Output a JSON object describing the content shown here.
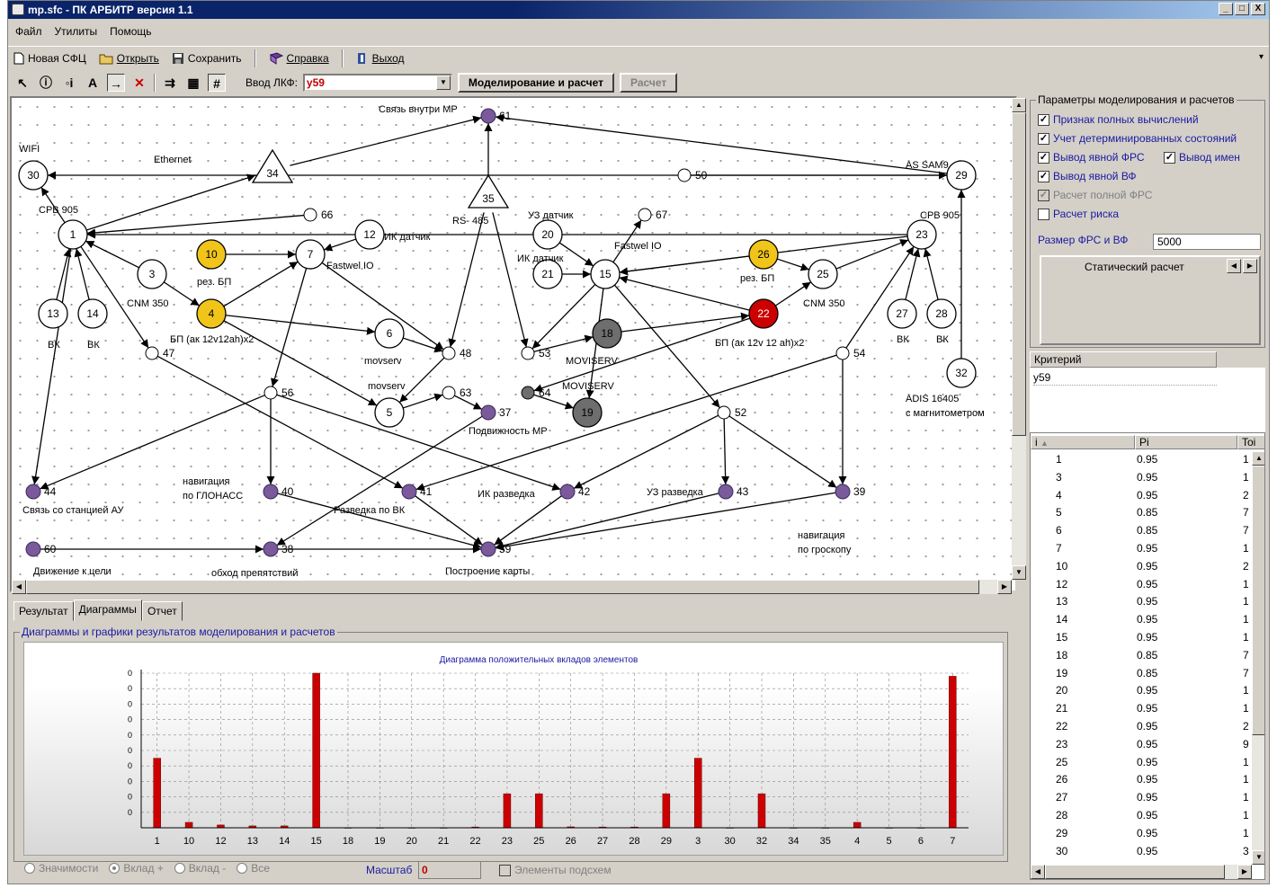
{
  "window": {
    "title": "mp.sfc - ПК АРБИТР версия 1.1",
    "min_icon": "_",
    "max_icon": "□",
    "close_icon": "X"
  },
  "menu": [
    "Файл",
    "Утилиты",
    "Помощь"
  ],
  "toolbar": {
    "new_label": "Новая СФЦ",
    "open_label": "Открыть",
    "save_label": "Сохранить",
    "help_label": "Справка",
    "exit_label": "Выход",
    "overflow_icon": "▾"
  },
  "toolbar2": {
    "tools": [
      {
        "glyph": "↖",
        "name": "pointer-tool-icon"
      },
      {
        "glyph": "ⓘ",
        "name": "info-tool-icon"
      },
      {
        "glyph": "◦i",
        "name": "node-info-tool-icon"
      },
      {
        "glyph": "A",
        "name": "text-tool-icon"
      },
      {
        "glyph": "→",
        "name": "arrow-tool-icon"
      },
      {
        "glyph": "✕",
        "name": "delete-tool-icon"
      },
      {
        "glyph": "⇉",
        "name": "add-tool-icon"
      },
      {
        "glyph": "▦",
        "name": "layout-tool-icon"
      },
      {
        "glyph": "#",
        "name": "grid-tool-icon"
      }
    ],
    "lkf_label": "Ввод ЛКФ:",
    "lkf_value": "y59",
    "model_button": "Моделирование и расчет",
    "calc_button": "Расчет"
  },
  "graph": {
    "nodes": [
      {
        "id": "1",
        "style": "white"
      },
      {
        "id": "3",
        "style": "white"
      },
      {
        "id": "4",
        "style": "yellow"
      },
      {
        "id": "5",
        "style": "white"
      },
      {
        "id": "6",
        "style": "white"
      },
      {
        "id": "7",
        "style": "white"
      },
      {
        "id": "10",
        "style": "yellow"
      },
      {
        "id": "12",
        "style": "white"
      },
      {
        "id": "13",
        "style": "white"
      },
      {
        "id": "14",
        "style": "white"
      },
      {
        "id": "15",
        "style": "white"
      },
      {
        "id": "18",
        "style": "gray"
      },
      {
        "id": "19",
        "style": "gray"
      },
      {
        "id": "20",
        "style": "white"
      },
      {
        "id": "21",
        "style": "white"
      },
      {
        "id": "22",
        "style": "red"
      },
      {
        "id": "23",
        "style": "white"
      },
      {
        "id": "25",
        "style": "white"
      },
      {
        "id": "26",
        "style": "yellow"
      },
      {
        "id": "27",
        "style": "white"
      },
      {
        "id": "28",
        "style": "white"
      },
      {
        "id": "29",
        "style": "white"
      },
      {
        "id": "30",
        "style": "white"
      },
      {
        "id": "32",
        "style": "white"
      },
      {
        "id": "34",
        "style": "triangle"
      },
      {
        "id": "35",
        "style": "triangle"
      },
      {
        "id": "37",
        "style": "purple"
      },
      {
        "id": "38",
        "style": "purple"
      },
      {
        "id": "39",
        "style": "purple"
      },
      {
        "id": "40",
        "style": "purple"
      },
      {
        "id": "41",
        "style": "purple"
      },
      {
        "id": "42",
        "style": "purple"
      },
      {
        "id": "43",
        "style": "purple"
      },
      {
        "id": "44",
        "style": "purple"
      },
      {
        "id": "59",
        "style": "purple"
      },
      {
        "id": "60",
        "style": "purple"
      },
      {
        "id": "61",
        "style": "purple"
      },
      {
        "id": "47",
        "style": "small"
      },
      {
        "id": "48",
        "style": "small"
      },
      {
        "id": "50",
        "style": "small"
      },
      {
        "id": "52",
        "style": "small"
      },
      {
        "id": "53",
        "style": "small"
      },
      {
        "id": "54",
        "style": "small"
      },
      {
        "id": "56",
        "style": "small"
      },
      {
        "id": "63",
        "style": "small"
      },
      {
        "id": "64",
        "style": "smalldark"
      },
      {
        "id": "66",
        "style": "small"
      },
      {
        "id": "67",
        "style": "small"
      }
    ],
    "labels": [
      "Связь внутри МР",
      "WIFI",
      "Ethernet",
      "CPB 905",
      "рез. БП",
      "Fastwel IO",
      "ИК датчик",
      "CNM 350",
      "БП (ак 12v12ah)x2",
      "ВК",
      "ВК",
      "RS- 485",
      "УЗ датчик",
      "ИК датчик",
      "Fastwel IO",
      "рез. БП",
      "CNM 350",
      "БП (ак 12v 12 ah)x2",
      "AS SAM9",
      "CPB 905",
      "ВК",
      "ВК",
      "ADIS 16405",
      "с магнитометром",
      "movserv",
      "movserv",
      "MOVISERV",
      "MOVISERV",
      "Подвижность МР",
      "навигация",
      "по ГЛОНАСС",
      "Связь со станцией АУ",
      "Разведка по ВК",
      "ИК разведка",
      "УЗ разведка",
      "навигация",
      "по гроскопу",
      "Движение к цели",
      "обход препятствий",
      "Построение карты"
    ]
  },
  "params": {
    "title": "Параметры моделирования и расчетов",
    "full_calc": "Признак полных вычислений",
    "determined": "Учет детерминированных состояний",
    "explicit_frs": "Вывод явной ФРС",
    "names": "Вывод имен",
    "explicit_vf": "Вывод явной ВФ",
    "full_frs": "Расчет полной ФРС",
    "risk": "Расчет риска",
    "size_label": "Размер ФРС и ВФ",
    "size_value": "5000",
    "static_label": "Статический расчет"
  },
  "criteria": {
    "header": "Критерий",
    "value": "y59"
  },
  "list": {
    "col_i": "i",
    "col_pi": "Pi",
    "col_toi": "Toi",
    "rows": [
      {
        "i": "1",
        "pi": "0.95",
        "toi": "1"
      },
      {
        "i": "3",
        "pi": "0.95",
        "toi": "1"
      },
      {
        "i": "4",
        "pi": "0.95",
        "toi": "2"
      },
      {
        "i": "5",
        "pi": "0.85",
        "toi": "7"
      },
      {
        "i": "6",
        "pi": "0.85",
        "toi": "7"
      },
      {
        "i": "7",
        "pi": "0.95",
        "toi": "1"
      },
      {
        "i": "10",
        "pi": "0.95",
        "toi": "2"
      },
      {
        "i": "12",
        "pi": "0.95",
        "toi": "1"
      },
      {
        "i": "13",
        "pi": "0.95",
        "toi": "1"
      },
      {
        "i": "14",
        "pi": "0.95",
        "toi": "1"
      },
      {
        "i": "15",
        "pi": "0.95",
        "toi": "1"
      },
      {
        "i": "18",
        "pi": "0.85",
        "toi": "7"
      },
      {
        "i": "19",
        "pi": "0.85",
        "toi": "7"
      },
      {
        "i": "20",
        "pi": "0.95",
        "toi": "1"
      },
      {
        "i": "21",
        "pi": "0.95",
        "toi": "1"
      },
      {
        "i": "22",
        "pi": "0.95",
        "toi": "2"
      },
      {
        "i": "23",
        "pi": "0.95",
        "toi": "9"
      },
      {
        "i": "25",
        "pi": "0.95",
        "toi": "1"
      },
      {
        "i": "26",
        "pi": "0.95",
        "toi": "1"
      },
      {
        "i": "27",
        "pi": "0.95",
        "toi": "1"
      },
      {
        "i": "28",
        "pi": "0.95",
        "toi": "1"
      },
      {
        "i": "29",
        "pi": "0.95",
        "toi": "1"
      },
      {
        "i": "30",
        "pi": "0.95",
        "toi": "3"
      }
    ]
  },
  "tabs": [
    "Результат",
    "Диаграммы",
    "Отчет"
  ],
  "bottom": {
    "group_title": "Диаграммы и графики результатов моделирования и расчетов",
    "radios": [
      "Значимости",
      "Вклад +",
      "Вклад -",
      "Все"
    ],
    "scale_label": "Масштаб",
    "scale_value": "0",
    "elements_label": "Элементы подсхем"
  },
  "chart_data": {
    "type": "bar",
    "title": "Диаграмма положительных вкладов элементов",
    "categories": [
      "1",
      "10",
      "12",
      "13",
      "14",
      "15",
      "18",
      "19",
      "20",
      "21",
      "22",
      "23",
      "25",
      "26",
      "27",
      "28",
      "29",
      "3",
      "30",
      "32",
      "34",
      "35",
      "4",
      "5",
      "6",
      "7"
    ],
    "values": [
      0.45,
      0.035,
      0.018,
      0.012,
      0.012,
      1.0,
      0,
      0,
      0,
      0,
      0.005,
      0.22,
      0.22,
      0.006,
      0.005,
      0.005,
      0.22,
      0.45,
      0,
      0.22,
      0,
      0,
      0.035,
      0,
      0,
      0.98
    ],
    "y_tick_labels": [
      "0",
      "0",
      "0",
      "0",
      "0",
      "0",
      "0",
      "0",
      "0",
      "0"
    ],
    "ylim": [
      0,
      1
    ],
    "bar_color": "#cc0000",
    "grid": true
  }
}
